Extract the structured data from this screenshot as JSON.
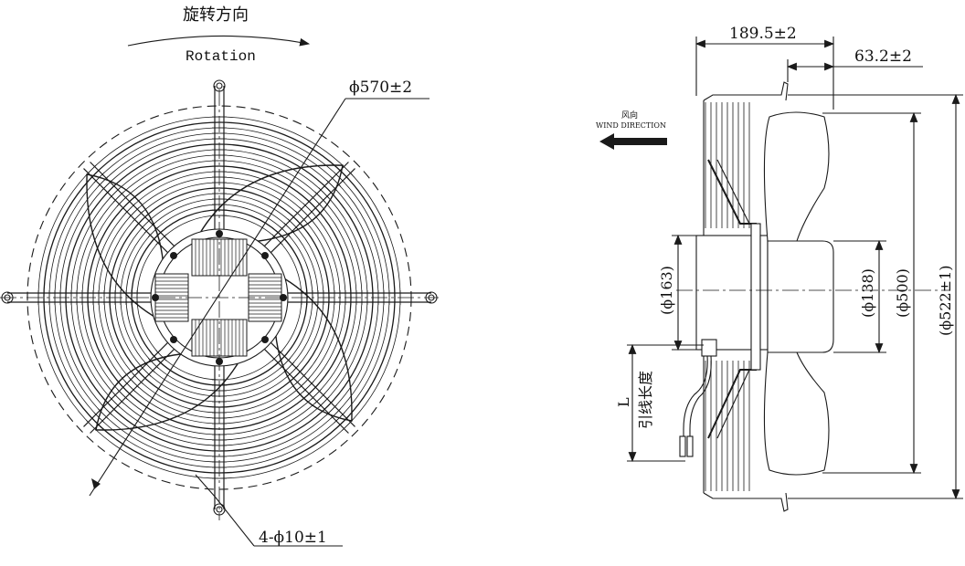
{
  "front_view": {
    "rotation_cn": "旋转方向",
    "rotation_en": "Rotation",
    "dim_outer": "ϕ570±2",
    "dim_holes": "4-ϕ10±1"
  },
  "side_view": {
    "wind_cn": "风向",
    "wind_en": "WIND DIRECTION",
    "dim_depth": "189.5±2",
    "dim_offset": "63.2±2",
    "dim_motor": "(ϕ163)",
    "dim_hub": "(ϕ138)",
    "dim_blade": "(ϕ500)",
    "dim_guard": "(ϕ522±1)",
    "lead_L": "L",
    "lead_cn": "引线长度"
  },
  "colors": {
    "line": "#1a1a1a",
    "background": "#ffffff"
  }
}
